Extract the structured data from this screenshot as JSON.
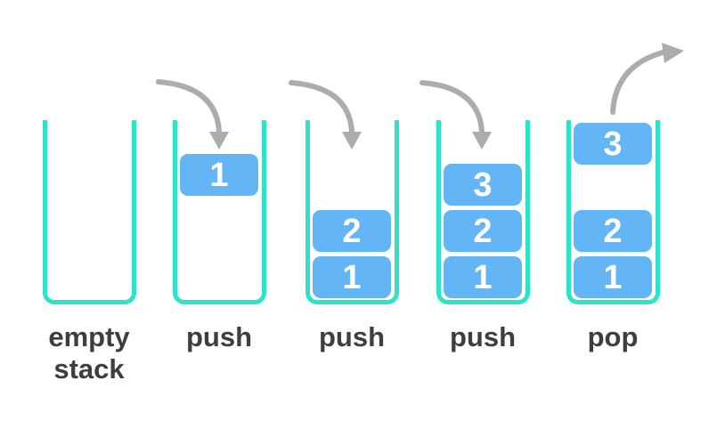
{
  "figure": {
    "type": "stack-operations-diagram",
    "background_color": "#ffffff",
    "colors": {
      "stack_outline": "#2ee1c9",
      "block_fill": "#64b5f6",
      "block_text": "#ffffff",
      "arrow": "#acacac",
      "label_text": "#3e3e3e"
    },
    "stages": [
      {
        "id": "empty-stack",
        "operation": "none",
        "label_lines": [
          "empty",
          "stack"
        ],
        "blocks": [],
        "floating_block": null,
        "arrow": null
      },
      {
        "id": "push-1",
        "operation": "push",
        "label_lines": [
          "push"
        ],
        "blocks": [],
        "floating_block": "1",
        "arrow": "curved-down-into-stack"
      },
      {
        "id": "push-2",
        "operation": "push",
        "label_lines": [
          "push"
        ],
        "blocks": [
          "2",
          "1"
        ],
        "floating_block": null,
        "arrow": "curved-down-into-stack"
      },
      {
        "id": "push-3",
        "operation": "push",
        "label_lines": [
          "push"
        ],
        "blocks": [
          "3",
          "2",
          "1"
        ],
        "floating_block": null,
        "arrow": "curved-down-into-stack"
      },
      {
        "id": "pop-3",
        "operation": "pop",
        "label_lines": [
          "pop"
        ],
        "blocks": [
          "2",
          "1"
        ],
        "floating_block": "3",
        "arrow": "curved-up-out-of-stack"
      }
    ]
  }
}
